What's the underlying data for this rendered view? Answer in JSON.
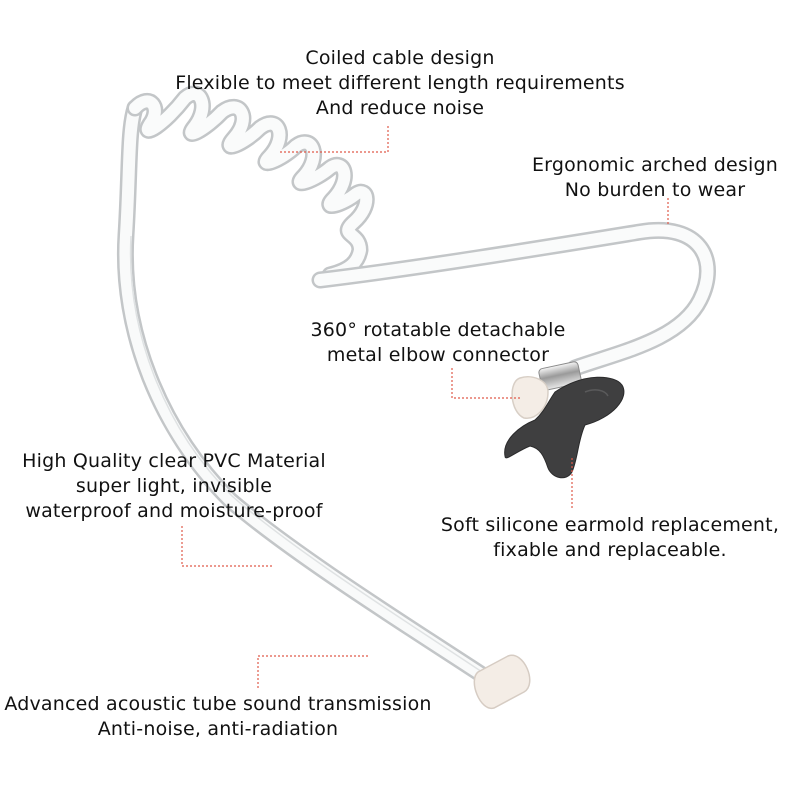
{
  "captions": {
    "coiled_cable": {
      "lines": [
        "Coiled cable design",
        "Flexible to meet different length requirements",
        "And reduce noise"
      ]
    },
    "arched_design": {
      "lines": [
        "Ergonomic arched design",
        "No burden to wear"
      ]
    },
    "elbow_connector": {
      "lines": [
        "360° rotatable detachable",
        "metal elbow connector"
      ]
    },
    "pvc_material": {
      "lines": [
        "High Quality clear PVC Material",
        "super light, invisible",
        "waterproof and moisture-proof"
      ]
    },
    "earmold": {
      "lines": [
        "Soft silicone earmold replacement,",
        "fixable and replaceable."
      ]
    },
    "acoustic_tube": {
      "lines": [
        "Advanced acoustic tube sound transmission",
        "Anti-noise, anti-radiation"
      ]
    }
  },
  "colors": {
    "leader_line": "#e05a4a",
    "tube_outline": "#b9bcbe",
    "earmold": "#3f3f40",
    "tip": "#f4ede6"
  }
}
